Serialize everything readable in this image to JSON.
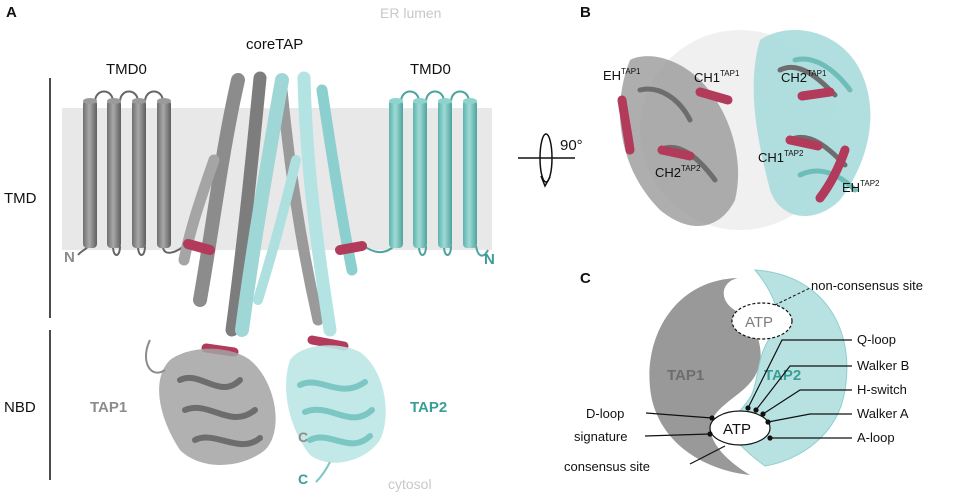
{
  "panels": {
    "a": "A",
    "b": "B",
    "c": "C"
  },
  "panel_a": {
    "er_lumen": "ER lumen",
    "cytosol": "cytosol",
    "core_tap": "coreTAP",
    "tmd0_left": "TMD0",
    "tmd0_right": "TMD0",
    "tmd": "TMD",
    "nbd": "NBD",
    "tap1": "TAP1",
    "tap2": "TAP2",
    "n_left": "N",
    "n_right": "N",
    "c_left": "C",
    "c_right": "C"
  },
  "panel_b": {
    "rotation": "90°",
    "eh1": {
      "base": "EH",
      "sup": "TAP1"
    },
    "ch1_1": {
      "base": "CH1",
      "sup": "TAP1"
    },
    "ch2_1": {
      "base": "CH2",
      "sup": "TAP1"
    },
    "ch1_2": {
      "base": "CH1",
      "sup": "TAP2"
    },
    "ch2_2": {
      "base": "CH2",
      "sup": "TAP2"
    },
    "eh2": {
      "base": "EH",
      "sup": "TAP2"
    }
  },
  "panel_c": {
    "non_consensus": "non-consensus site",
    "atp_top": "ATP",
    "atp_bottom": "ATP",
    "tap1": "TAP1",
    "tap2": "TAP2",
    "q_loop": "Q-loop",
    "walker_b": "Walker B",
    "h_switch": "H-switch",
    "walker_a": "Walker A",
    "a_loop": "A-loop",
    "d_loop": "D-loop",
    "signature": "signature",
    "consensus": "consensus site"
  },
  "colors": {
    "tap1": "#8c8c8c",
    "tap2": "#a8dcdc",
    "highlight": "#b23a5a",
    "membrane": "#e6e6e6"
  }
}
